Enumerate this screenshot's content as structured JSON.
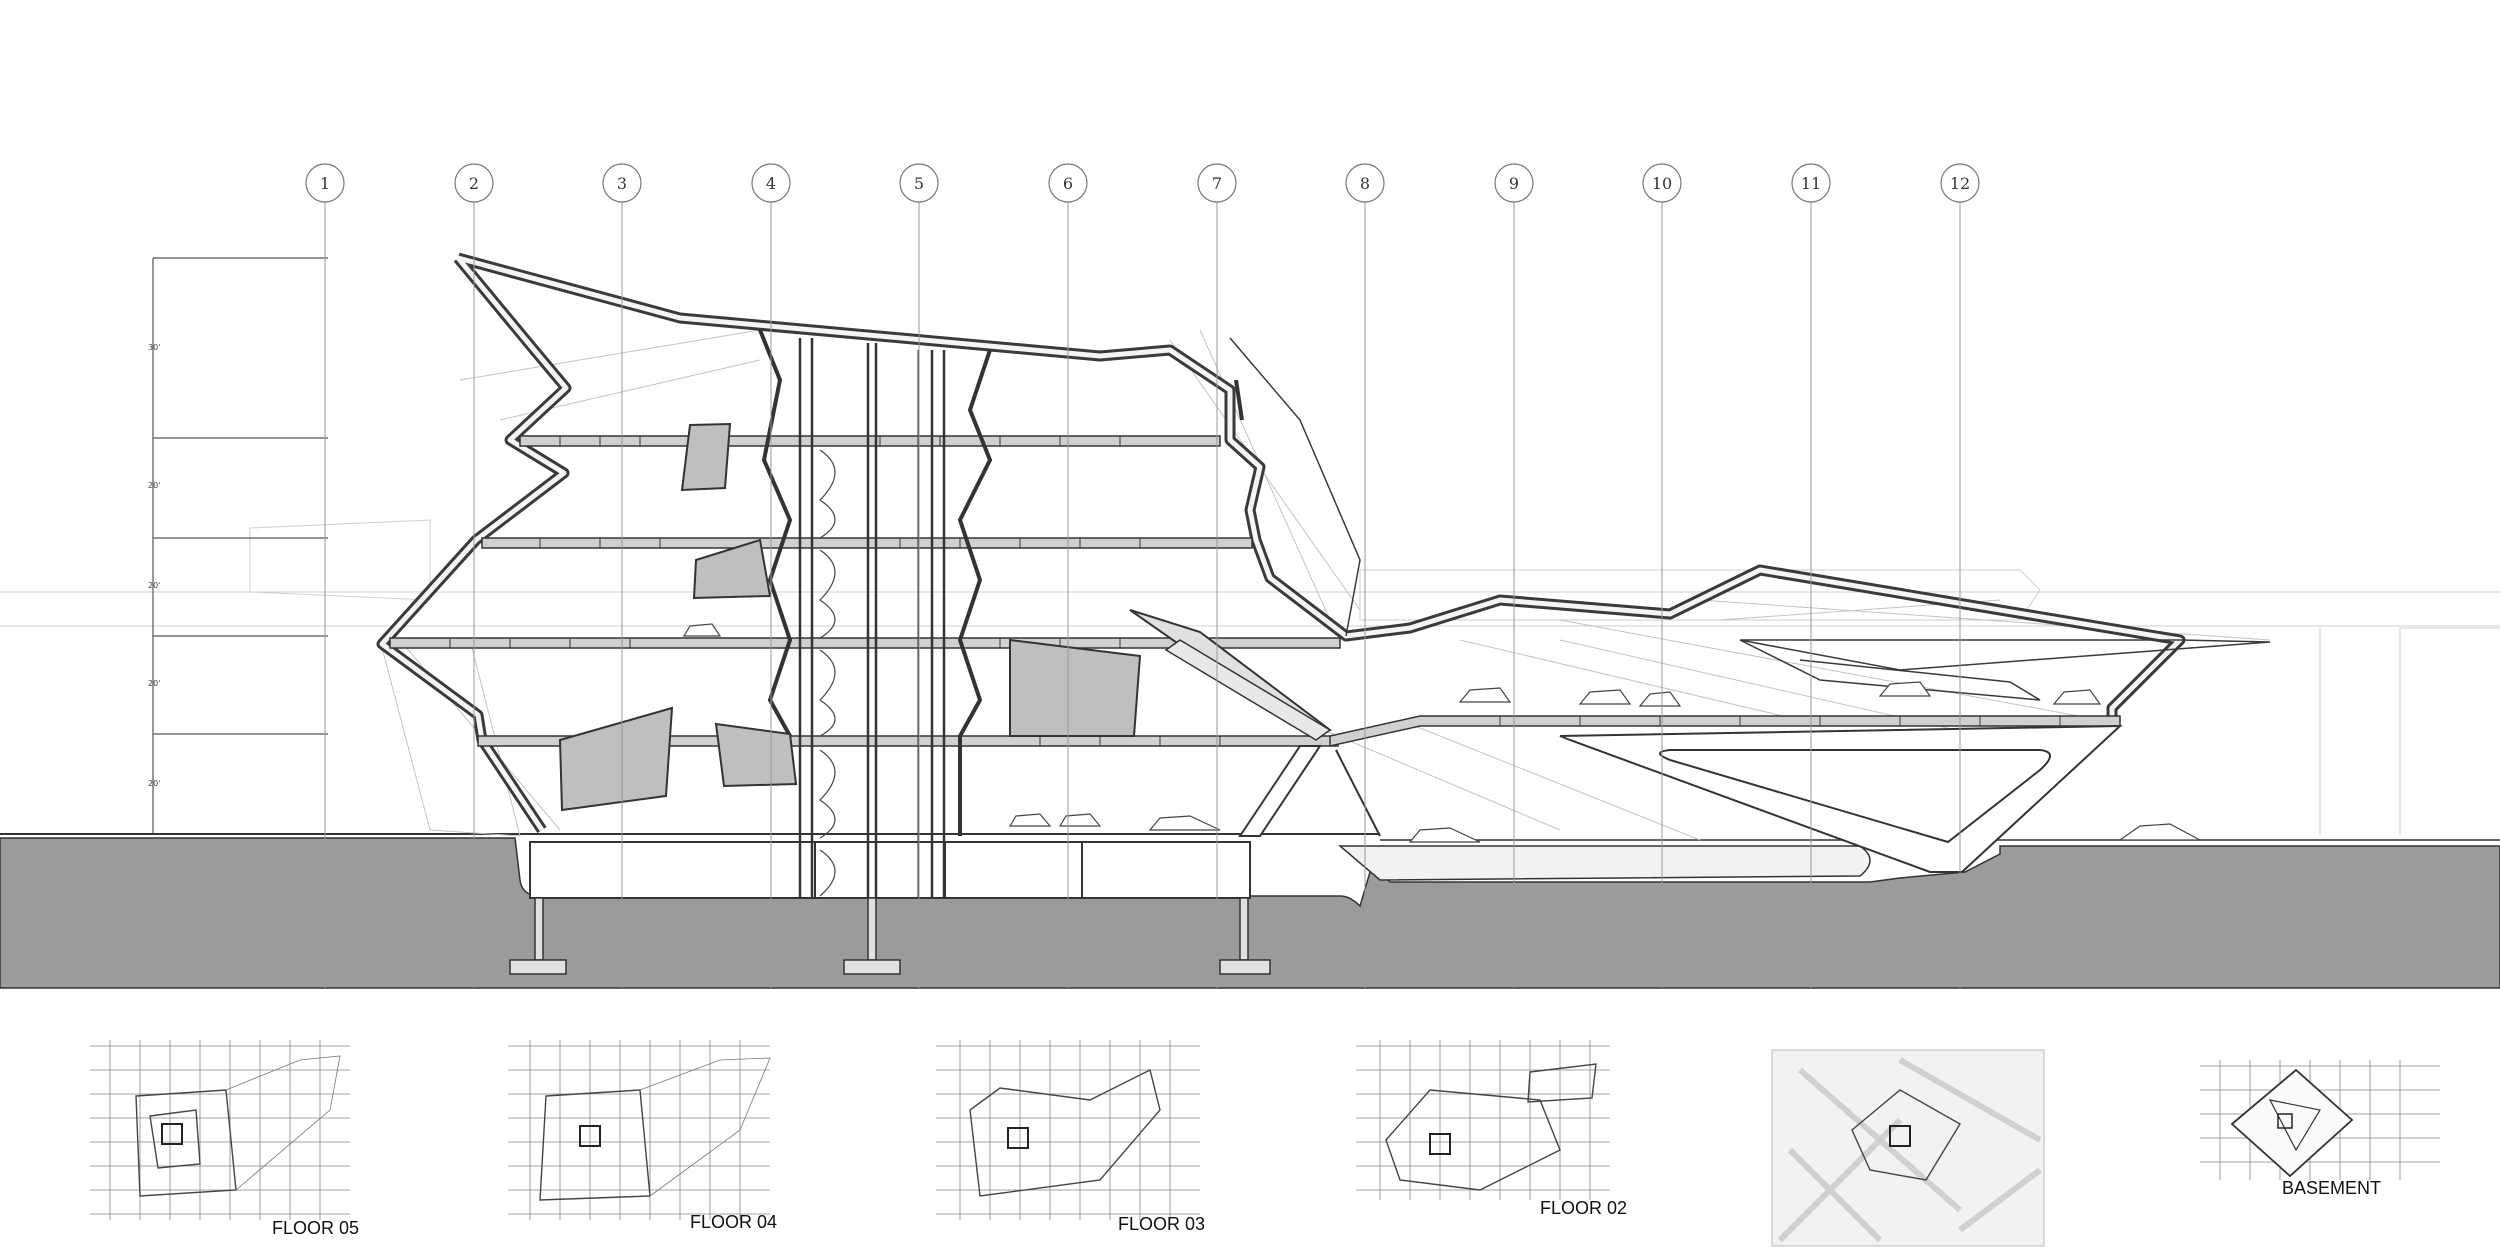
{
  "gridlines": {
    "labels": [
      "1",
      "2",
      "3",
      "4",
      "5",
      "6",
      "7",
      "8",
      "9",
      "10",
      "11",
      "12"
    ]
  },
  "level_marks": [
    "30'",
    "20'",
    "20'",
    "20'",
    "20'"
  ],
  "plans": [
    {
      "label": "FLOOR 05"
    },
    {
      "label": "FLOOR 04"
    },
    {
      "label": "FLOOR 03"
    },
    {
      "label": "FLOOR 02"
    },
    {
      "label": ""
    },
    {
      "label": "BASEMENT"
    }
  ],
  "colors": {
    "ground": "#9b9b9b",
    "slab": "#c8c8c8",
    "stroke": "#3a3a3a",
    "faint": "#bdbdbd"
  }
}
